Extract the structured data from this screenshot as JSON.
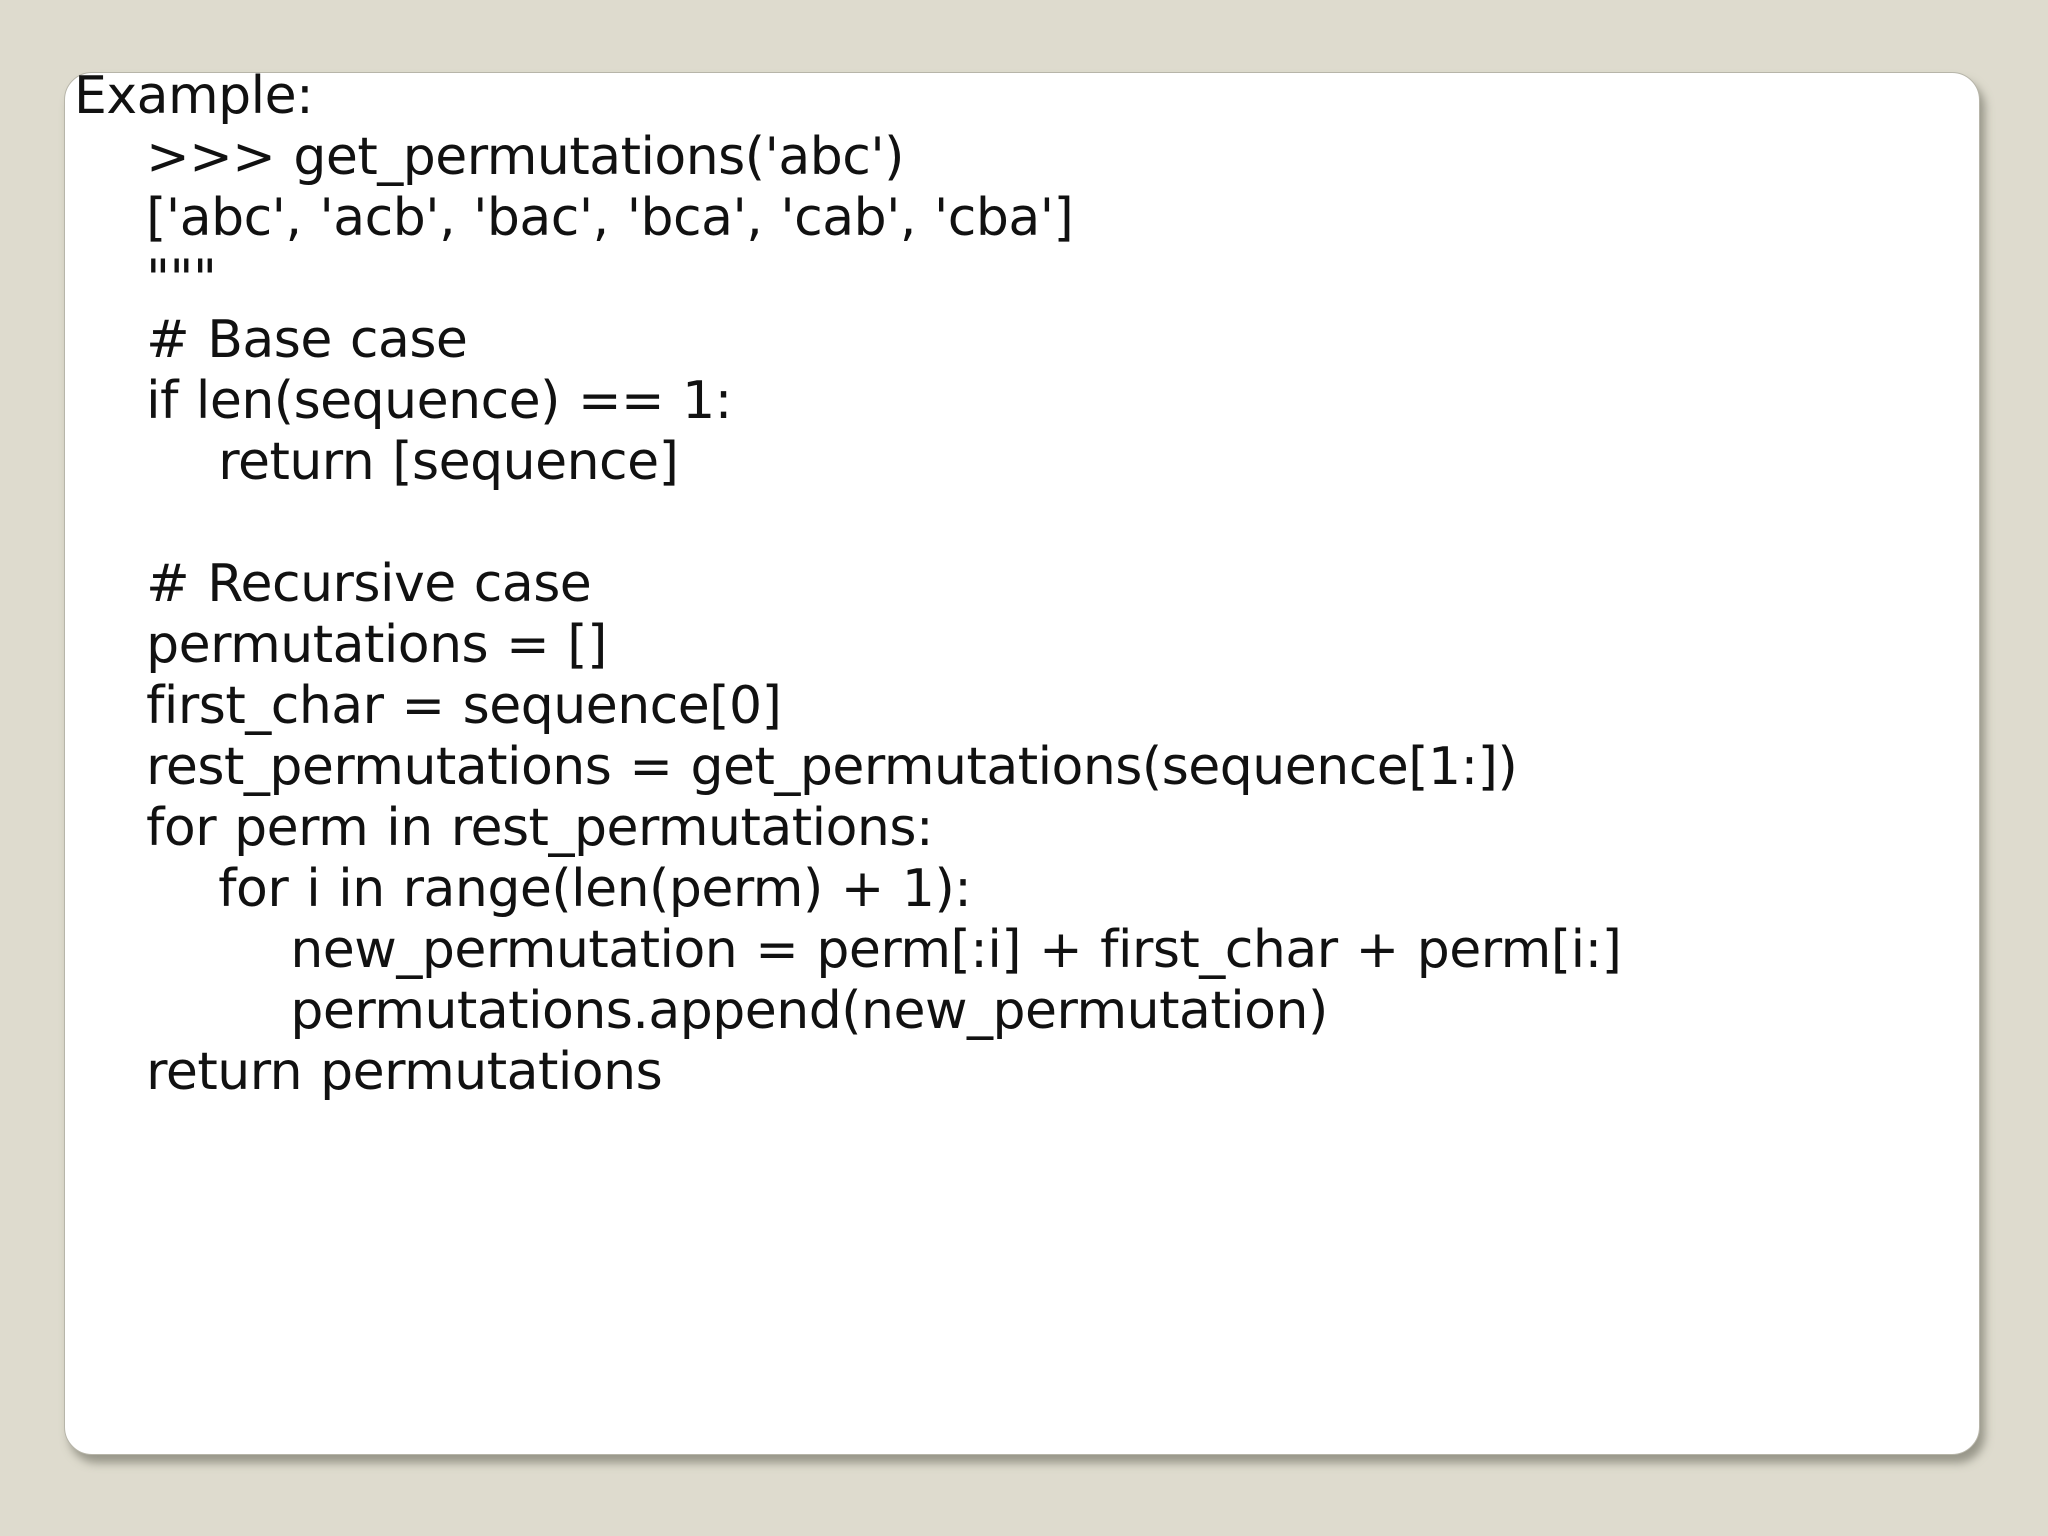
{
  "page": {
    "background_color": "#dedbce",
    "card_color": "#ffffff",
    "text_color": "#111111",
    "shadow_color": "#5f5e52"
  },
  "code": {
    "language": "python",
    "lines": [
      "Example:",
      "    >>> get_permutations('abc')",
      "    ['abc', 'acb', 'bac', 'bca', 'cab', 'cba']",
      "    \"\"\"",
      "    # Base case",
      "    if len(sequence) == 1:",
      "        return [sequence]",
      "",
      "    # Recursive case",
      "    permutations = []",
      "    first_char = sequence[0]",
      "    rest_permutations = get_permutations(sequence[1:])",
      "    for perm in rest_permutations:",
      "        for i in range(len(perm) + 1):",
      "            new_permutation = perm[:i] + first_char + perm[i:]",
      "            permutations.append(new_permutation)",
      "    return permutations"
    ]
  }
}
